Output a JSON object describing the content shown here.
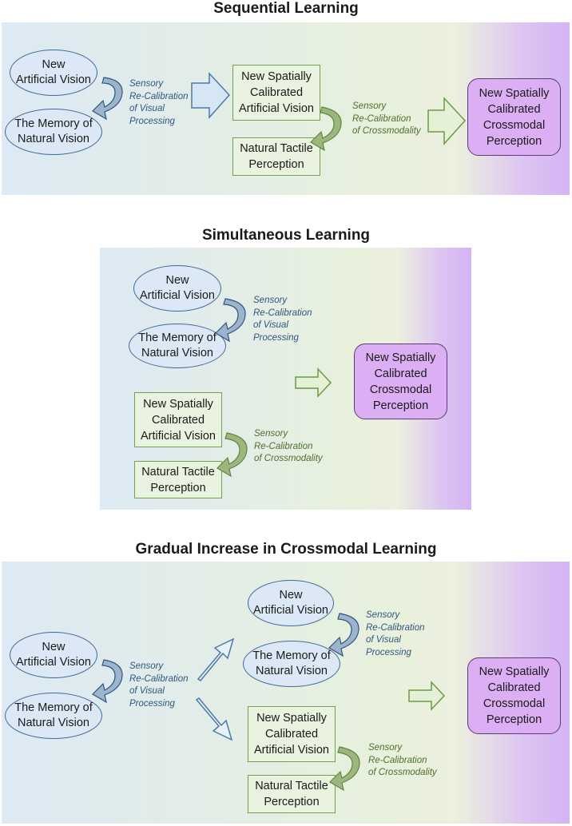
{
  "sections": [
    {
      "title": "Sequential Learning",
      "new_artificial_vision": "New\nArtificial Vision",
      "memory_natural_vision": "The Memory of\nNatural Vision",
      "visual_note": "Sensory\nRe-Calibration\nof Visual\nProcessing",
      "spatially_calibrated": "New Spatially\nCalibrated\nArtificial Vision",
      "natural_tactile": "Natural Tactile\nPerception",
      "crossmodal_note": "Sensory\nRe-Calibration\nof Crossmodality",
      "result": "New Spatially\nCalibrated\nCrossmodal\nPerception"
    },
    {
      "title": "Simultaneous Learning",
      "new_artificial_vision": "New\nArtificial Vision",
      "memory_natural_vision": "The Memory of\nNatural Vision",
      "visual_note": "Sensory\nRe-Calibration\nof Visual\nProcessing",
      "spatially_calibrated": "New Spatially\nCalibrated\nArtificial Vision",
      "natural_tactile": "Natural Tactile\nPerception",
      "crossmodal_note": "Sensory\nRe-Calibration\nof Crossmodality",
      "result": "New Spatially\nCalibrated\nCrossmodal\nPerception"
    },
    {
      "title": "Gradual Increase in Crossmodal Learning",
      "new_artificial_vision": "New\nArtificial Vision",
      "memory_natural_vision": "The Memory of\nNatural Vision",
      "visual_note": "Sensory\nRe-Calibration\nof Visual\nProcessing",
      "new_artificial_vision_2": "New\nArtificial Vision",
      "memory_natural_vision_2": "The Memory of\nNatural Vision",
      "visual_note_2": "Sensory\nRe-Calibration\nof Visual\nProcessing",
      "spatially_calibrated": "New Spatially\nCalibrated\nArtificial Vision",
      "natural_tactile": "Natural Tactile\nPerception",
      "crossmodal_note": "Sensory\nRe-Calibration\nof Crossmodality",
      "result": "New Spatially\nCalibrated\nCrossmodal\nPerception"
    }
  ],
  "colors": {
    "ellipse_border": "#3f6a98",
    "ellipse_fill": "#dce8f5",
    "green_border": "#74a052",
    "green_fill": "#e9f3df",
    "result_fill": "#dcaef4",
    "result_border": "#5a3d72"
  }
}
